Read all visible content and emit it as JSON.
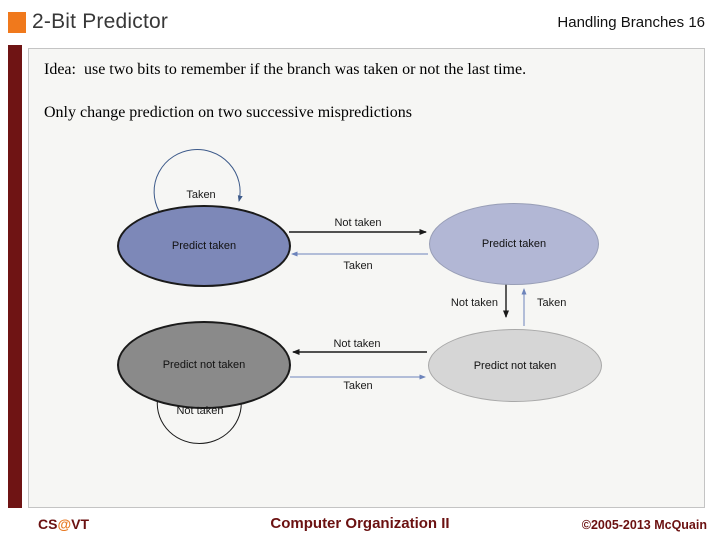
{
  "header": {
    "title": "2-Bit Predictor",
    "context": "Handling Branches",
    "slide_number": "16"
  },
  "body": {
    "line1": "Idea:  use two bits to remember if the branch was taken or not the last time.",
    "line2": "Only change prediction on two successive mispredictions"
  },
  "diagram": {
    "states": [
      {
        "name": "strongly-predict-taken",
        "label": "Predict taken",
        "fill": "#7d88b8"
      },
      {
        "name": "weakly-predict-taken",
        "label": "Predict taken",
        "fill": "#b2b7d5"
      },
      {
        "name": "strongly-predict-not-taken",
        "label": "Predict not taken",
        "fill": "#8a8a8a"
      },
      {
        "name": "weakly-predict-not-taken",
        "label": "Predict not taken",
        "fill": "#d6d6d6"
      }
    ],
    "edges": [
      {
        "name": "self-loop-top",
        "label": "Taken"
      },
      {
        "name": "top-right-arrow",
        "label": "Not taken"
      },
      {
        "name": "top-left-return-arrow",
        "label": "Taken"
      },
      {
        "name": "vertical-down-arrow",
        "label": "Not taken"
      },
      {
        "name": "vertical-up-arrow",
        "label": "Taken"
      },
      {
        "name": "bottom-left-arrow",
        "label": "Not taken"
      },
      {
        "name": "bottom-right-arrow",
        "label": "Taken"
      },
      {
        "name": "self-loop-bottom",
        "label": "Not taken"
      }
    ]
  },
  "footer": {
    "cs": "CS",
    "at": "@",
    "vt": "VT",
    "center": "Computer Organization II",
    "right": "©2005-2013 McQuain"
  },
  "colors": {
    "accent_orange": "#f0791c",
    "maroon_bar": "#6f1414",
    "footer_maroon": "#6b1111",
    "box_background": "#f6f6f4",
    "state_strong_taken": "#7d88b8",
    "state_weak_taken": "#b2b7d5",
    "state_strong_not_taken": "#8a8a8a",
    "state_weak_not_taken": "#d6d6d6",
    "arrow_black": "#1a1a1a",
    "arrow_blue": "#6d84bb",
    "loop_blue": "#3d5a8a"
  }
}
